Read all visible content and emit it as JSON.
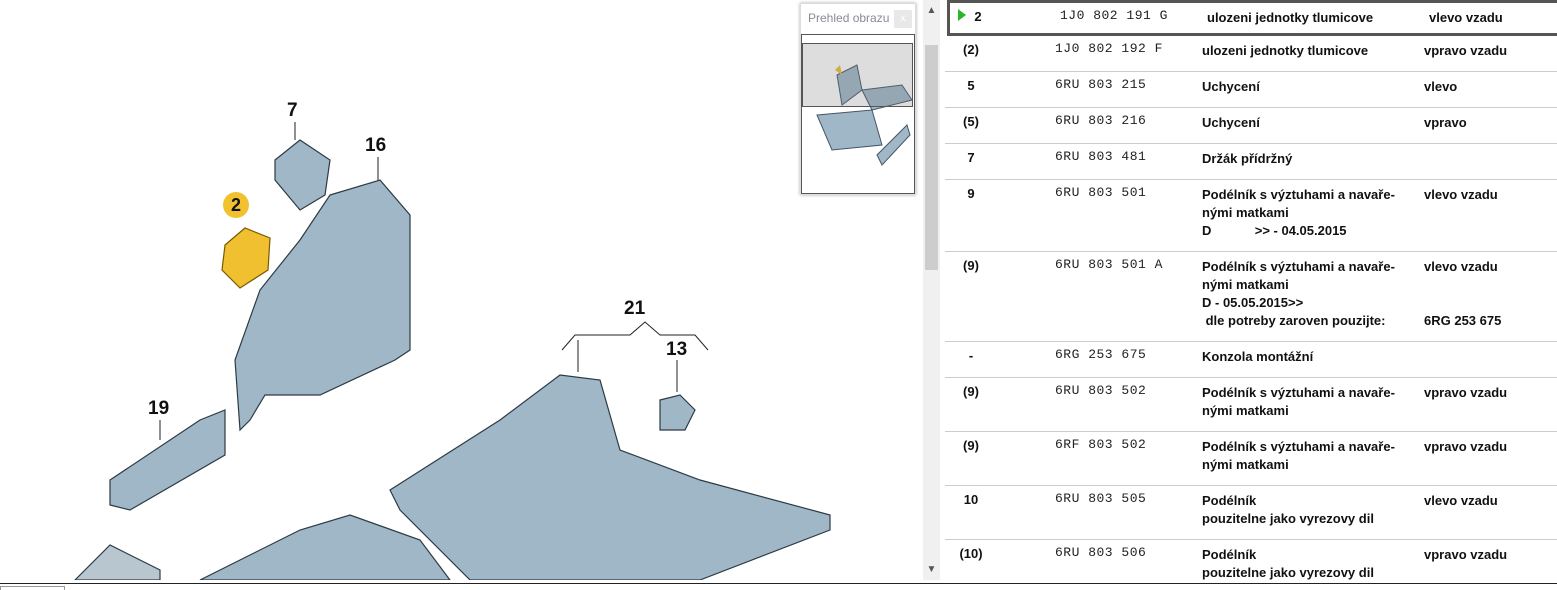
{
  "diagram": {
    "callouts": {
      "c2": "2",
      "c7": "7",
      "c16": "16",
      "c19": "19",
      "c21": "21",
      "c13": "13"
    }
  },
  "overview": {
    "title": "Prehled obrazu",
    "close": "x"
  },
  "colors": {
    "selected_callout": "#f2c12e",
    "part_fill": "#9fb7c7",
    "arrow": "#2cb52c"
  },
  "rows": [
    {
      "pos": "2",
      "pn": "1J0 802 191 G",
      "desc": "ulozeni jednotky tlumicove",
      "note": "vlevo vzadu"
    },
    {
      "pos": "(2)",
      "pn": "1J0 802 192 F",
      "desc": "ulozeni jednotky tlumicove",
      "note": "vpravo vzadu"
    },
    {
      "pos": "5",
      "pn": "6RU 803 215",
      "desc": "Uchycení",
      "note": "vlevo"
    },
    {
      "pos": "(5)",
      "pn": "6RU 803 216",
      "desc": "Uchycení",
      "note": "vpravo"
    },
    {
      "pos": "7",
      "pn": "6RU 803 481",
      "desc": "Držák přídržný",
      "note": ""
    },
    {
      "pos": "9",
      "pn": "6RU 803 501",
      "desc": "Podélník s výztuhami a navaře-\nnými matkami\nD            >> - 04.05.2015",
      "note": "vlevo vzadu"
    },
    {
      "pos": "(9)",
      "pn": "6RU 803 501 A",
      "desc": "Podélník s výztuhami a navaře-\nnými matkami\nD - 05.05.2015>>\n dle potreby zaroven pouzijte:",
      "note": "vlevo vzadu\n\n\n6RG 253 675"
    },
    {
      "pos": "-",
      "pn": "6RG 253 675",
      "desc": "Konzola montážní",
      "note": ""
    },
    {
      "pos": "(9)",
      "pn": "6RU 803 502",
      "desc": "Podélník s výztuhami a navaře-\nnými matkami",
      "note": "vpravo vzadu"
    },
    {
      "pos": "(9)",
      "pn": "6RF 803 502",
      "desc": "Podélník s výztuhami a navaře-\nnými matkami",
      "note": "vpravo vzadu"
    },
    {
      "pos": "10",
      "pn": "6RU 803 505",
      "desc": "Podélník\npouzitelne jako vyrezovy dil",
      "note": "vlevo vzadu"
    },
    {
      "pos": "(10)",
      "pn": "6RU 803 506",
      "desc": "Podélník\npouzitelne jako vyrezovy dil",
      "note": "vpravo vzadu"
    }
  ]
}
